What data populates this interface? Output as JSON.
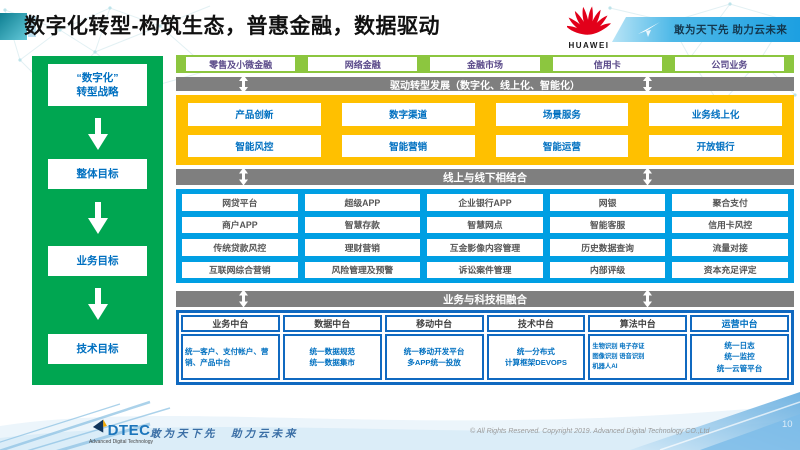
{
  "title": "数字化转型-构筑生态，普惠金融，数据驱动",
  "header": {
    "brand": "HUAWEI",
    "ribbon_slogan": "敢为天下先 助力云未来"
  },
  "sidebar": {
    "items": [
      "“数字化”\n转型战略",
      "整体目标",
      "业务目标",
      "技术目标"
    ]
  },
  "top_row": {
    "items": [
      "零售及小微金融",
      "网络金融",
      "金融市场",
      "信用卡",
      "公司业务"
    ]
  },
  "banners": {
    "b1": "驱动转型发展（数字化、线上化、智能化）",
    "b2": "线上与线下相结合",
    "b3": "业务与科技相融合"
  },
  "yellow_grid": {
    "rows": [
      [
        "产品创新",
        "数字渠道",
        "场景服务",
        "业务线上化"
      ],
      [
        "智能风控",
        "智能营销",
        "智能运营",
        "开放银行"
      ]
    ]
  },
  "blue_grid": {
    "rows": [
      [
        "网贷平台",
        "超级APP",
        "企业银行APP",
        "网银",
        "聚合支付"
      ],
      [
        "商户APP",
        "智慧存款",
        "智慧网点",
        "智能客服",
        "信用卡风控"
      ],
      [
        "传统贷款风控",
        "理财营销",
        "互金影像内容管理",
        "历史数据查询",
        "流量对接"
      ],
      [
        "互联网综合营销",
        "风险管理及预警",
        "诉讼案件管理",
        "内部评级",
        "资本充足评定"
      ]
    ]
  },
  "platforms": {
    "columns": [
      {
        "label": "业务中台",
        "detail": "统一客户、支付帐户、营销、产品中台"
      },
      {
        "label": "数据中台",
        "detail": "统一数据规范\n统一数据集市"
      },
      {
        "label": "移动中台",
        "detail": "统一移动开发平台\n多APP统一投放"
      },
      {
        "label": "技术中台",
        "detail": "统一分布式\n计算框架DEVOPS"
      },
      {
        "label": "算法中台",
        "detail": "生物识别 电子存证\n图像识别 语音识别\n机器人AI"
      },
      {
        "label": "运营中台",
        "detail": "统一日志\n统一监控\n统一云管平台"
      }
    ]
  },
  "footer": {
    "logo_text": "DTEC",
    "logo_sub": "Advanced Digital Technology",
    "slogan": "敢为天下先　助力云未来",
    "copyright": "© All Rights Reserved. Copyright 2019. Advanced Digital Technology CO.,Ltd",
    "page_number": "10"
  },
  "colors": {
    "green_dark": "#00A651",
    "green_light": "#8CC63F",
    "yellow": "#FFC000",
    "gray_banner": "#7F7F7F",
    "blue_bright": "#009FE3",
    "blue_dark": "#1069C0",
    "blue_text": "#0070C0",
    "purple_text": "#5B4B8A",
    "huawei_red": "#E2001A"
  }
}
